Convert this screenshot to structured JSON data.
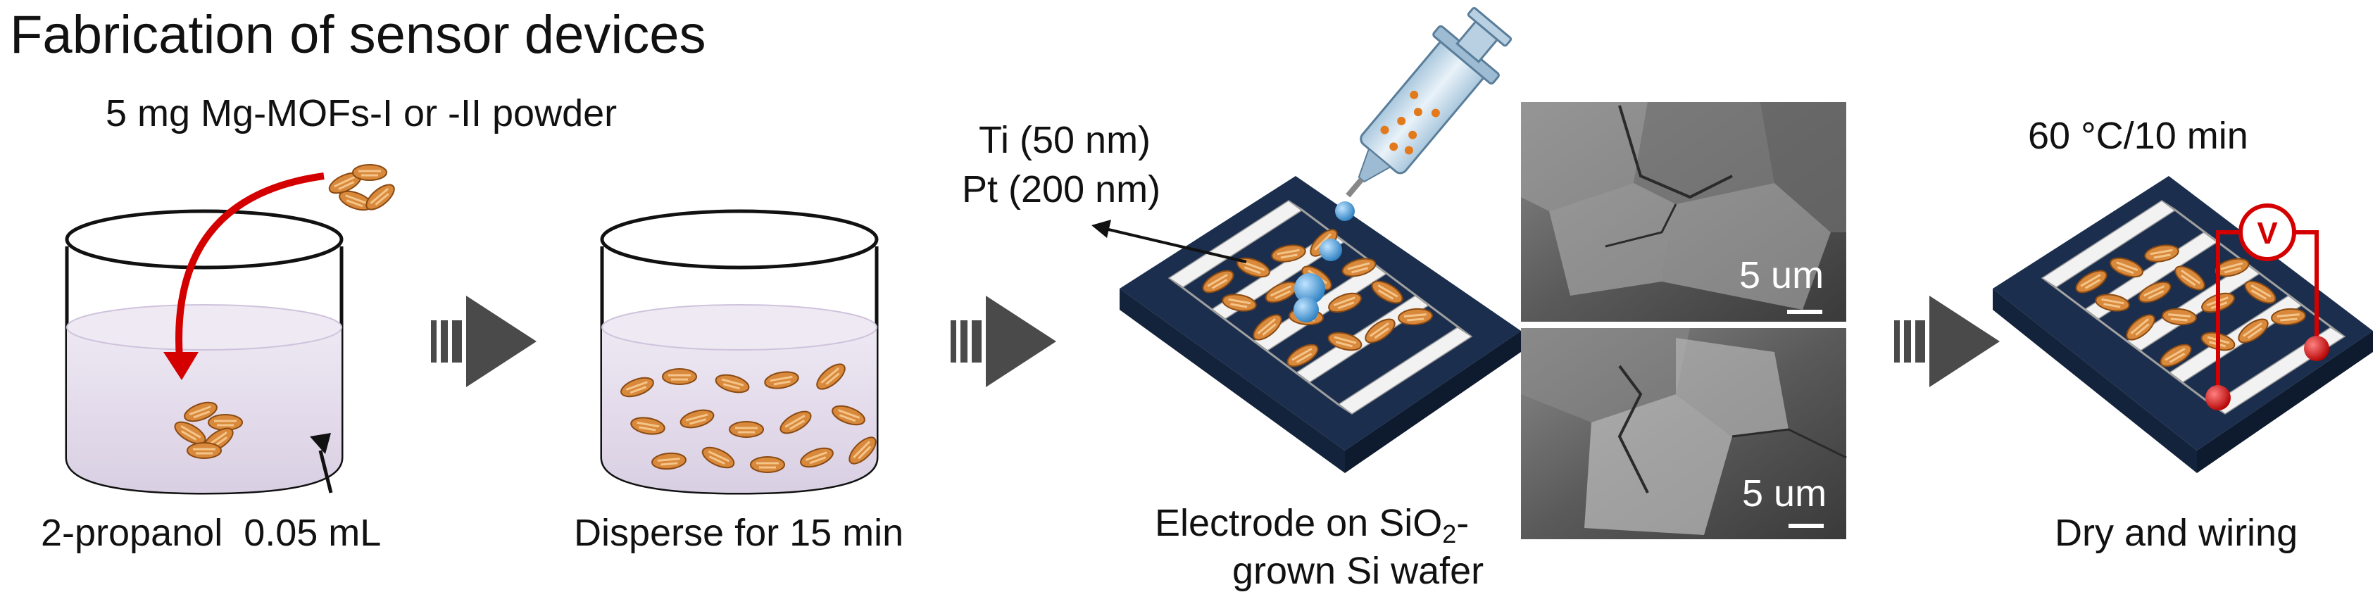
{
  "title": "Fabrication of sensor devices",
  "steps": {
    "powder_label": "5 mg Mg-MOFs-I or -II powder",
    "solvent_label": "2-propanol  0.05 mL",
    "disperse_label": "Disperse for 15 min",
    "electrode_ti": "Ti (50 nm)",
    "electrode_pt": "Pt (200 nm)",
    "electrode_caption_1": "Electrode on SiO",
    "electrode_caption_sub": "2",
    "electrode_caption_2": "-",
    "electrode_caption_3": "grown Si wafer",
    "temperature_label": "60 °C/10 min",
    "dry_label": "Dry and wiring"
  },
  "sem": {
    "scale_bar_top": "5 um",
    "scale_bar_bottom": "5 um"
  },
  "meter_symbol": "V",
  "colors": {
    "beaker_liquid": "#e4dcec",
    "substrate": "#1b2e4d",
    "electrode": "#f2f2f2",
    "mof": "#d98a3a",
    "arrow": "#4a4a4a",
    "red": "#d40000"
  }
}
